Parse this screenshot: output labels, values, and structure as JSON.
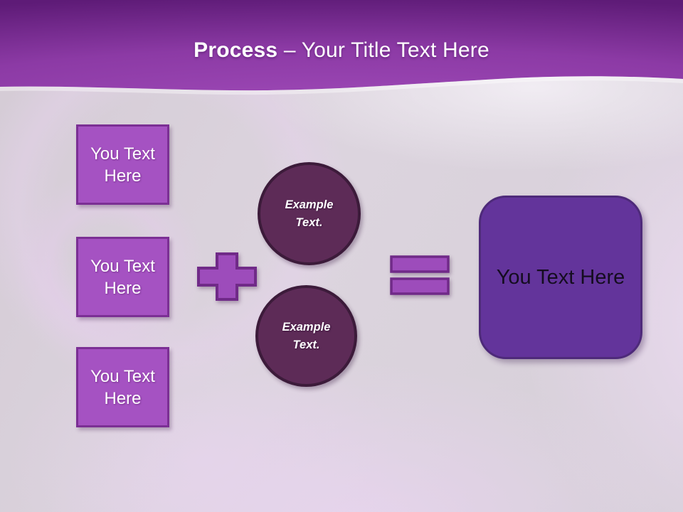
{
  "colors": {
    "header_top": "#5e1b77",
    "header_mid": "#8c3aa5",
    "header_bottom": "#a04bb9",
    "bg_base": "#d7d2d9",
    "square_fill": "#a552c2",
    "square_border": "#7b2f94",
    "circle_fill": "#5d2b57",
    "circle_border": "#3c1b3a",
    "operator_fill": "#9d4cbb",
    "operator_border": "#702a88",
    "result_fill": "#63349b",
    "result_border": "#4e2a7a",
    "title_text": "#ffffff",
    "shape_text": "#ffffff",
    "result_text": "#150d20"
  },
  "title": {
    "bold": "Process",
    "regular": " – Your Title Text Here"
  },
  "left_boxes": [
    {
      "label": "You Text Here"
    },
    {
      "label": "You Text Here"
    },
    {
      "label": "You Text Here"
    }
  ],
  "circles": [
    {
      "label": "Example Text."
    },
    {
      "label": "Example Text."
    }
  ],
  "operators": {
    "plus": "plus-sign",
    "equals": "equals-sign"
  },
  "result_box": {
    "label": "You Text Here"
  }
}
